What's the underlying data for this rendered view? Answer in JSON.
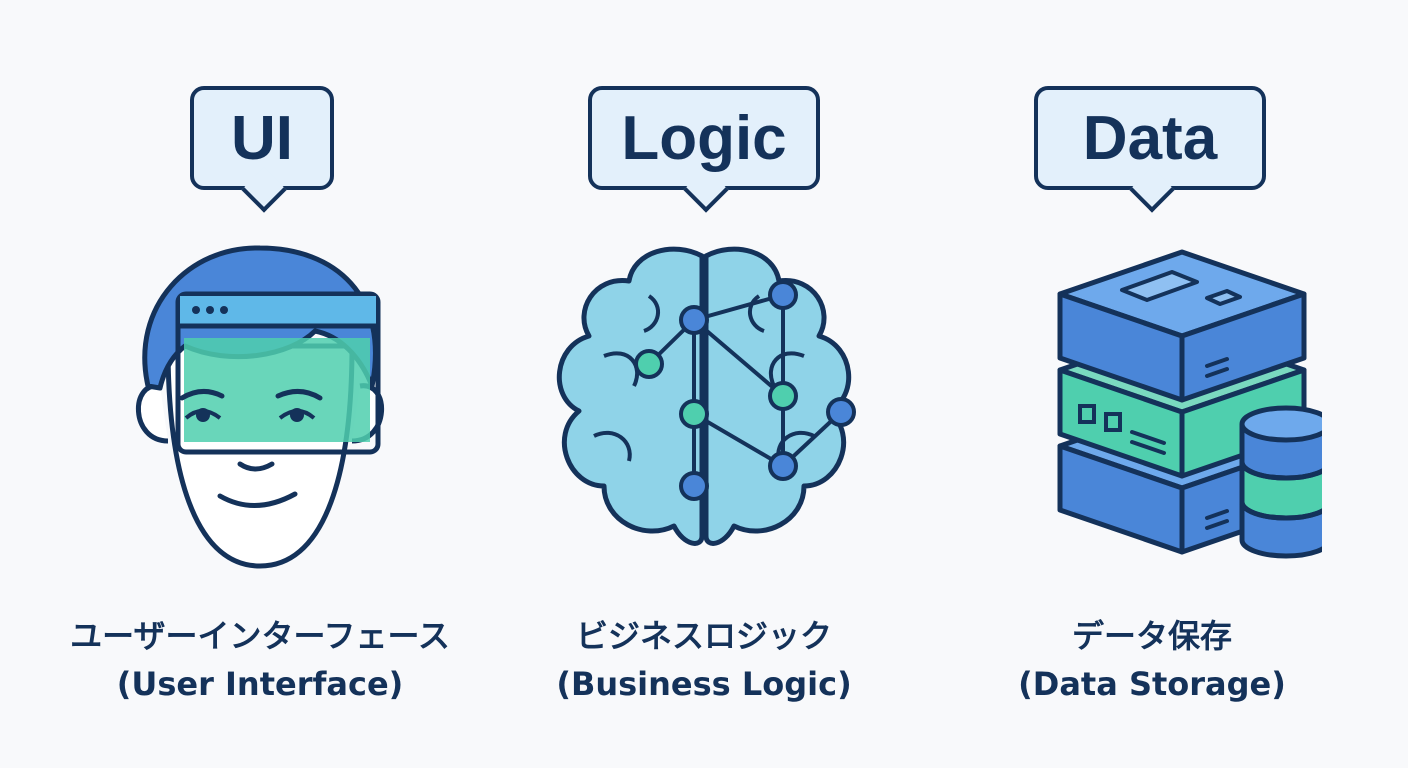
{
  "panels": [
    {
      "bubble": "UI",
      "caption_jp": "ユーザーインターフェース",
      "caption_en": "(User Interface)",
      "icon": "user-face-browser-icon"
    },
    {
      "bubble": "Logic",
      "caption_jp": "ビジネスロジック",
      "caption_en": "(Business Logic)",
      "icon": "brain-network-icon"
    },
    {
      "bubble": "Data",
      "caption_jp": "データ保存",
      "caption_en": "(Data Storage)",
      "icon": "server-database-icon"
    }
  ],
  "colors": {
    "ink": "#14325a",
    "blue": "#4a86d8",
    "teal": "#4fcfae",
    "light_blue": "#8fd3e8",
    "bubble_fill": "#e3f0fb"
  }
}
